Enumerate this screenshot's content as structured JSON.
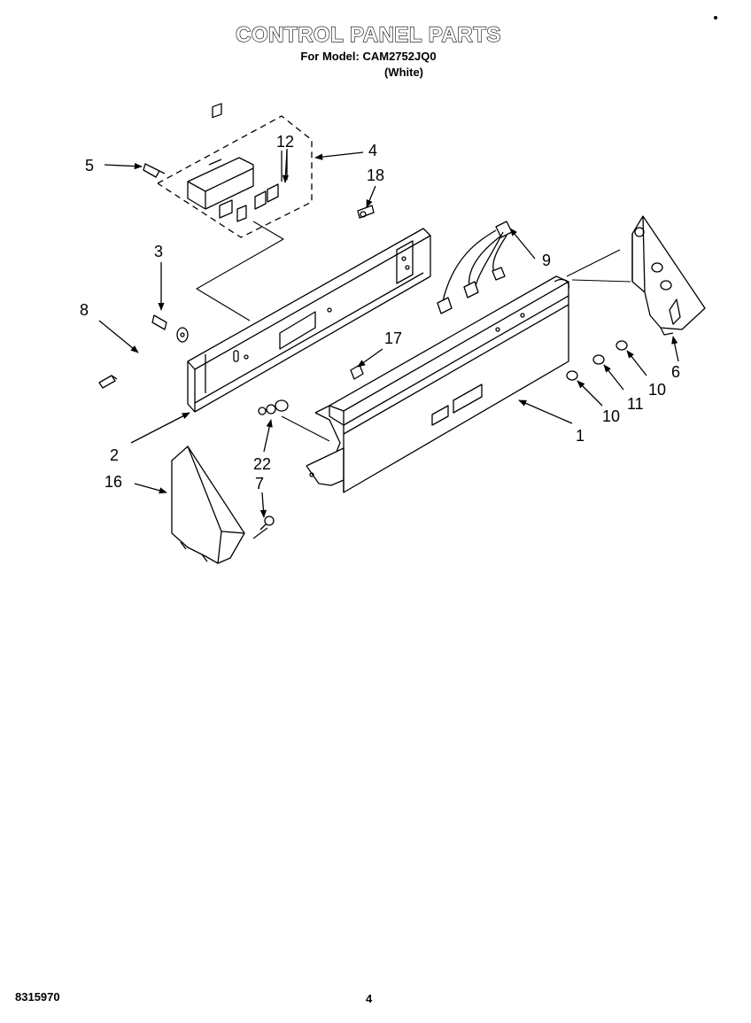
{
  "header": {
    "title": "CONTROL PANEL PARTS",
    "model_line": "For Model: CAM2752JQ0",
    "color_line": "(White)"
  },
  "footer": {
    "doc_number": "8315970",
    "page_number": "4"
  },
  "callouts": {
    "c1": "1",
    "c2": "2",
    "c3": "3",
    "c4": "4",
    "c5": "5",
    "c6": "6",
    "c7": "7",
    "c8": "8",
    "c9": "9",
    "c10a": "10",
    "c10b": "10",
    "c11": "11",
    "c12": "12",
    "c16": "16",
    "c17": "17",
    "c18": "18",
    "c22": "22"
  }
}
